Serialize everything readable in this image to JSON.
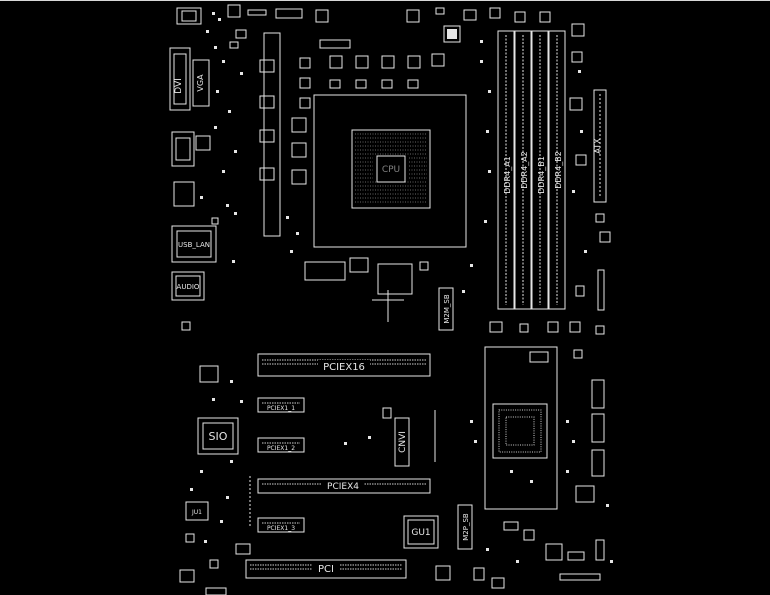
{
  "labels": {
    "dvi": "DVI",
    "vga": "VGA",
    "usb_lan": "USB_LAN",
    "audio": "AUDIO",
    "cpu": "CPU",
    "dimm1": "DDR4_A1",
    "dimm2": "DDR4_A2",
    "dimm3": "DDR4_B1",
    "dimm4": "DDR4_B2",
    "atx": "ATX",
    "m2m": "M2M_SB",
    "pciex16": "PCIEX16",
    "pciex1_1": "PCIEX1_1",
    "pciex1_2": "PCIEX1_2",
    "pciex4": "PCIEX4",
    "pciex1_3": "PCIEX1_3",
    "pci": "PCI",
    "sio": "SIO",
    "cnvi": "CNVI",
    "gu1": "GU1",
    "m2p": "M2P_SB",
    "ju1": "JU1"
  }
}
